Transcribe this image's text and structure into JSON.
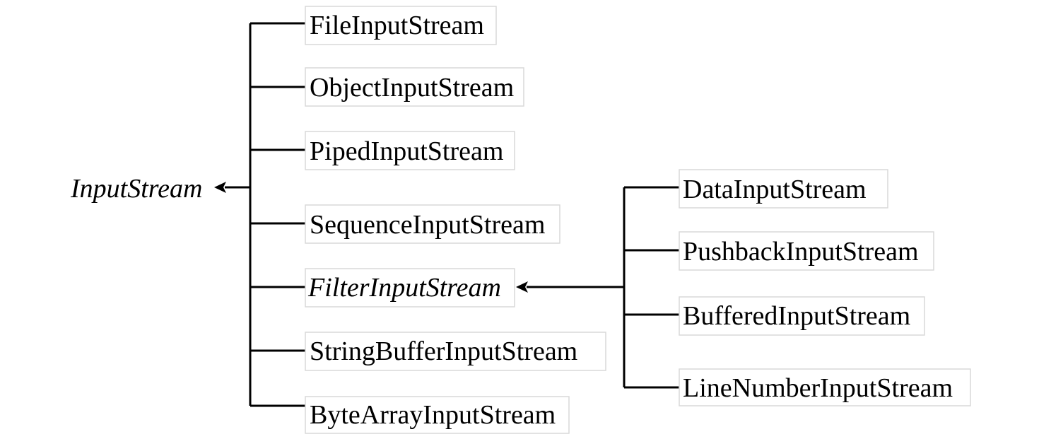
{
  "root": {
    "label": "InputStream",
    "children": [
      {
        "label": "FileInputStream"
      },
      {
        "label": "ObjectInputStream"
      },
      {
        "label": "PipedInputStream"
      },
      {
        "label": "SequenceInputStream"
      },
      {
        "label": "FilterInputStream"
      },
      {
        "label": "StringBufferInputStream"
      },
      {
        "label": "ByteArrayInputStream"
      }
    ]
  },
  "filter": {
    "label": "FilterInputStream",
    "children": [
      {
        "label": "DataInputStream"
      },
      {
        "label": "PushbackInputStream"
      },
      {
        "label": "BufferedInputStream"
      },
      {
        "label": "LineNumberInputStream"
      }
    ]
  },
  "colors": {
    "line": "#000000",
    "box_border": "#d9d9d9",
    "text": "#000000",
    "background": "#ffffff"
  }
}
